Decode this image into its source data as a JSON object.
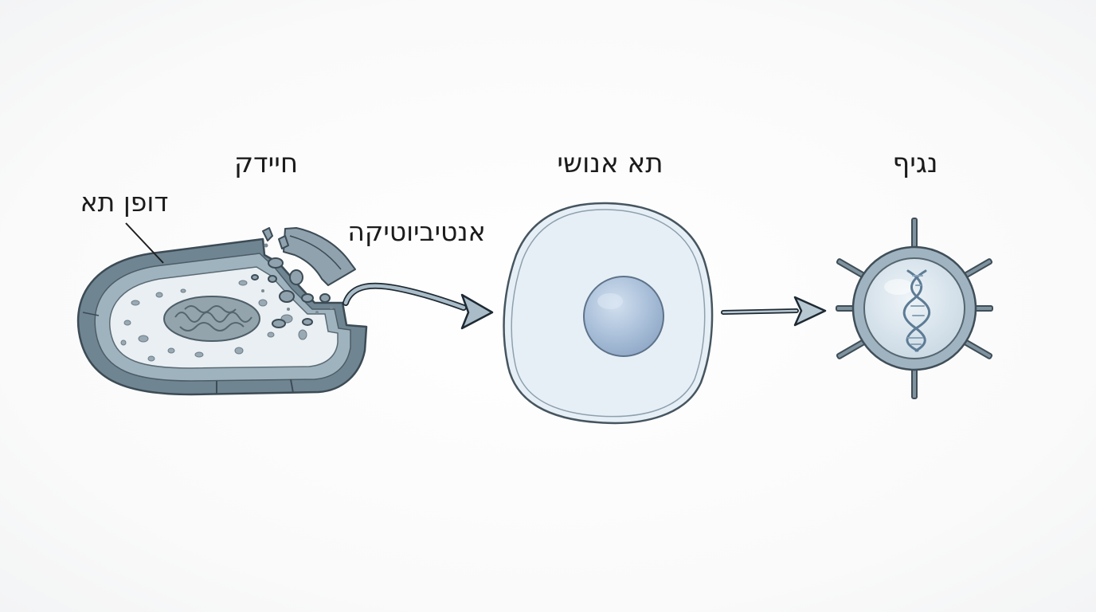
{
  "labels": {
    "bacterium": "חיידק",
    "cell_wall": "דופן תא",
    "antibiotic": "אנטיביוטיקה",
    "human_cell": "תא אנושי",
    "virus": "נגיף"
  },
  "icons": [
    "bacterium-icon",
    "human-cell-icon",
    "virus-icon",
    "dna-icon"
  ],
  "colors": {
    "wall": "#6f8592",
    "wall_light": "#9fb3be",
    "cytoplasm": "#e9eff2",
    "human_cell_fill": "#e6eff6",
    "nucleus": "#a9bfd9",
    "virus_fill": "#d3e0ea"
  }
}
